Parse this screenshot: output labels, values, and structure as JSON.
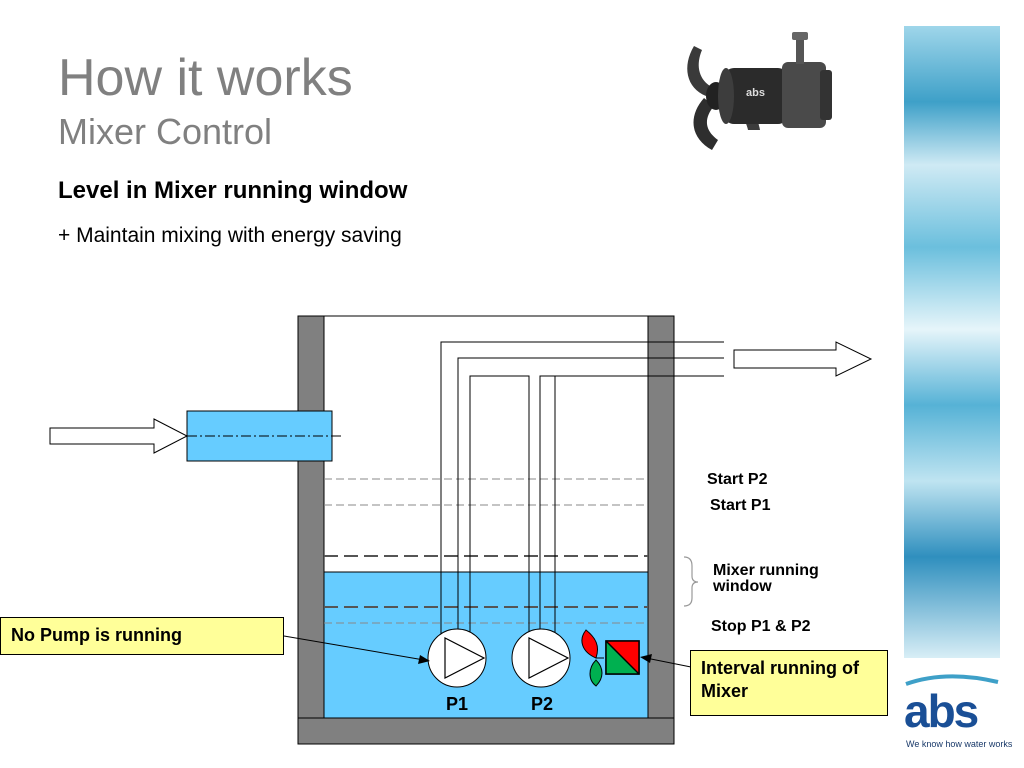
{
  "slide": {
    "title": "How it works",
    "subtitle": "Mixer Control",
    "heading": "Level in Mixer running window",
    "bullet": "+ Maintain mixing with energy saving"
  },
  "diagram": {
    "levels": {
      "start_p2": "Start P2",
      "start_p1": "Start P1",
      "mixer_window": "Mixer running window",
      "stop": "Stop P1 & P2"
    },
    "pumps": [
      "P1",
      "P2"
    ],
    "callouts": {
      "no_pump": "No Pump is running",
      "interval": "Interval running of Mixer"
    },
    "mixer_status_colors": {
      "on": "#00b050",
      "off": "#ff0000"
    },
    "water_color": "#66ccff"
  },
  "product_image": {
    "brand_label": "abs"
  },
  "logo": {
    "text": "abs",
    "tagline": "We know how water works",
    "color": "#1a4f96"
  }
}
